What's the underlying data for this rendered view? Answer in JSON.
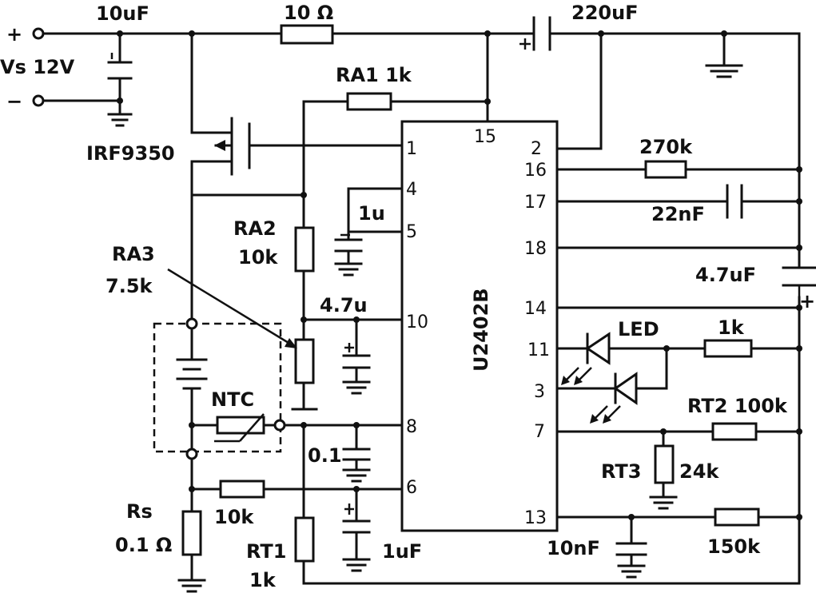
{
  "terminals": {
    "plus": "+",
    "minus": "−",
    "supply": "Vs 12V"
  },
  "components": {
    "c_in": "10uF",
    "r_in": "10 Ω",
    "c_out": "220uF",
    "ra1": "RA1 1k",
    "mosfet": "IRF9350",
    "ra2_name": "RA2",
    "ra2_value": "10k",
    "ra3_name": "RA3",
    "ra3_value": "7.5k",
    "c_1u": "1u",
    "c_47u": "4.7u",
    "ntc": "NTC",
    "c_01": "0.1",
    "r_10k": "10k",
    "rs_name": "Rs",
    "rs_value": "0.1 Ω",
    "rt1_name": "RT1",
    "rt1_value": "1k",
    "c_1uF": "1uF",
    "r_270k": "270k",
    "c_22nF": "22nF",
    "c_47uF": "4.7uF",
    "led": "LED",
    "r_1k": "1k",
    "rt2": "RT2 100k",
    "rt3_name": "RT3",
    "rt3_value": "24k",
    "c_10nF": "10nF",
    "r_150k": "150k"
  },
  "ic": {
    "name": "U2402B",
    "pins": {
      "p1": "1",
      "p4": "4",
      "p5": "5",
      "p10": "10",
      "p8": "8",
      "p6": "6",
      "p15": "15",
      "p2": "2",
      "p16": "16",
      "p17": "17",
      "p18": "18",
      "p14": "14",
      "p11": "11",
      "p3": "3",
      "p7": "7",
      "p13": "13"
    }
  },
  "polarity": {
    "plus_sign": "+"
  }
}
